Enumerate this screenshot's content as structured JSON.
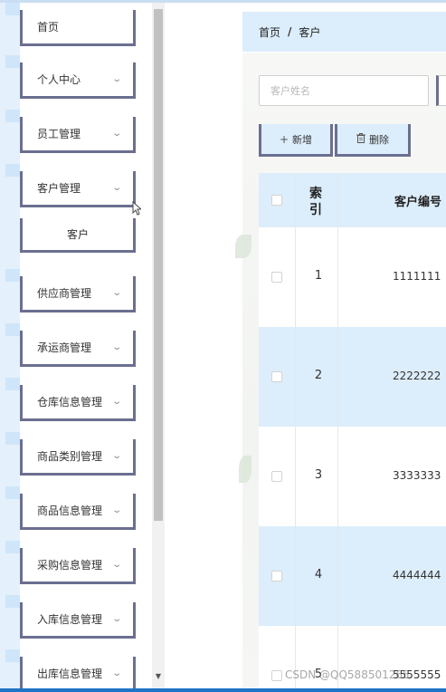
{
  "sidebar": {
    "items": [
      {
        "label": "首页",
        "has_chevron": false
      },
      {
        "label": "个人中心",
        "has_chevron": true
      },
      {
        "label": "员工管理",
        "has_chevron": true
      },
      {
        "label": "客户管理",
        "has_chevron": true
      },
      {
        "label": "供应商管理",
        "has_chevron": true
      },
      {
        "label": "承运商管理",
        "has_chevron": true
      },
      {
        "label": "仓库信息管理",
        "has_chevron": true
      },
      {
        "label": "商品类别管理",
        "has_chevron": true
      },
      {
        "label": "商品信息管理",
        "has_chevron": true
      },
      {
        "label": "采购信息管理",
        "has_chevron": true
      },
      {
        "label": "入库信息管理",
        "has_chevron": true
      },
      {
        "label": "出库信息管理",
        "has_chevron": true
      }
    ],
    "submenu": {
      "label": "客户"
    },
    "chevron_icon": "chevron-down-icon"
  },
  "breadcrumb": {
    "home": "首页",
    "separator": "/",
    "current": "客户"
  },
  "search": {
    "placeholder": "客户姓名",
    "value": ""
  },
  "toolbar": {
    "add_label": "新增",
    "delete_label": "删除",
    "add_icon": "plus-icon",
    "delete_icon": "trash-icon"
  },
  "table": {
    "columns": {
      "index": "索\n引",
      "index_line1": "索",
      "index_line2": "引",
      "code": "客户编号"
    },
    "rows": [
      {
        "index": "1",
        "code": "1111111"
      },
      {
        "index": "2",
        "code": "2222222"
      },
      {
        "index": "3",
        "code": "3333333"
      },
      {
        "index": "4",
        "code": "4444444"
      },
      {
        "index": "5",
        "code": "5555555"
      }
    ]
  },
  "watermark": "CSDN @QQ588501265",
  "colors": {
    "accent": "#dcedfb",
    "border": "#6b6f8f",
    "status_bar": "#1e74c6"
  }
}
